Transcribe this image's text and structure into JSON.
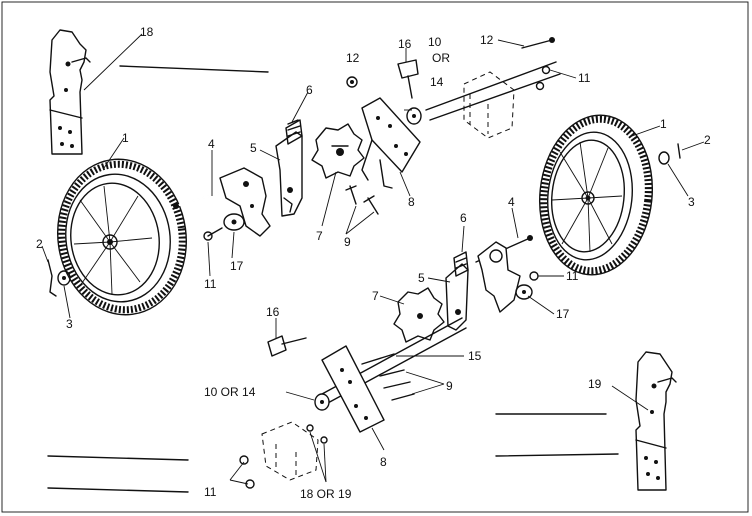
{
  "callouts": {
    "top": [
      {
        "id": "t18",
        "text": "18"
      },
      {
        "id": "t1a",
        "text": "1"
      },
      {
        "id": "t4a",
        "text": "4"
      },
      {
        "id": "t5a",
        "text": "5"
      },
      {
        "id": "t6a",
        "text": "6"
      },
      {
        "id": "t7a",
        "text": "7"
      },
      {
        "id": "t17a",
        "text": "17"
      },
      {
        "id": "t11a",
        "text": "11"
      },
      {
        "id": "t2a",
        "text": "2"
      },
      {
        "id": "t3a",
        "text": "3"
      },
      {
        "id": "t12a",
        "text": "12"
      },
      {
        "id": "t16a",
        "text": "16"
      },
      {
        "id": "t10",
        "text": "10"
      },
      {
        "id": "tor",
        "text": "OR"
      },
      {
        "id": "t14a",
        "text": "14"
      },
      {
        "id": "t12b",
        "text": "12"
      },
      {
        "id": "t11b",
        "text": "11"
      },
      {
        "id": "t9a",
        "text": "9"
      },
      {
        "id": "t8a",
        "text": "8"
      },
      {
        "id": "t1b",
        "text": "1"
      },
      {
        "id": "t2b",
        "text": "2"
      },
      {
        "id": "t3b",
        "text": "3"
      }
    ],
    "bottom": [
      {
        "id": "b6",
        "text": "6"
      },
      {
        "id": "b4",
        "text": "4"
      },
      {
        "id": "b5",
        "text": "5"
      },
      {
        "id": "b11a",
        "text": "11"
      },
      {
        "id": "b7",
        "text": "7"
      },
      {
        "id": "b17",
        "text": "17"
      },
      {
        "id": "b16",
        "text": "16"
      },
      {
        "id": "b15",
        "text": "15"
      },
      {
        "id": "b10or14",
        "text": "10 OR 14"
      },
      {
        "id": "b9",
        "text": "9"
      },
      {
        "id": "b19",
        "text": "19"
      },
      {
        "id": "b8",
        "text": "8"
      },
      {
        "id": "b11b",
        "text": "11"
      },
      {
        "id": "b18or19",
        "text": "18 OR 19"
      }
    ]
  }
}
